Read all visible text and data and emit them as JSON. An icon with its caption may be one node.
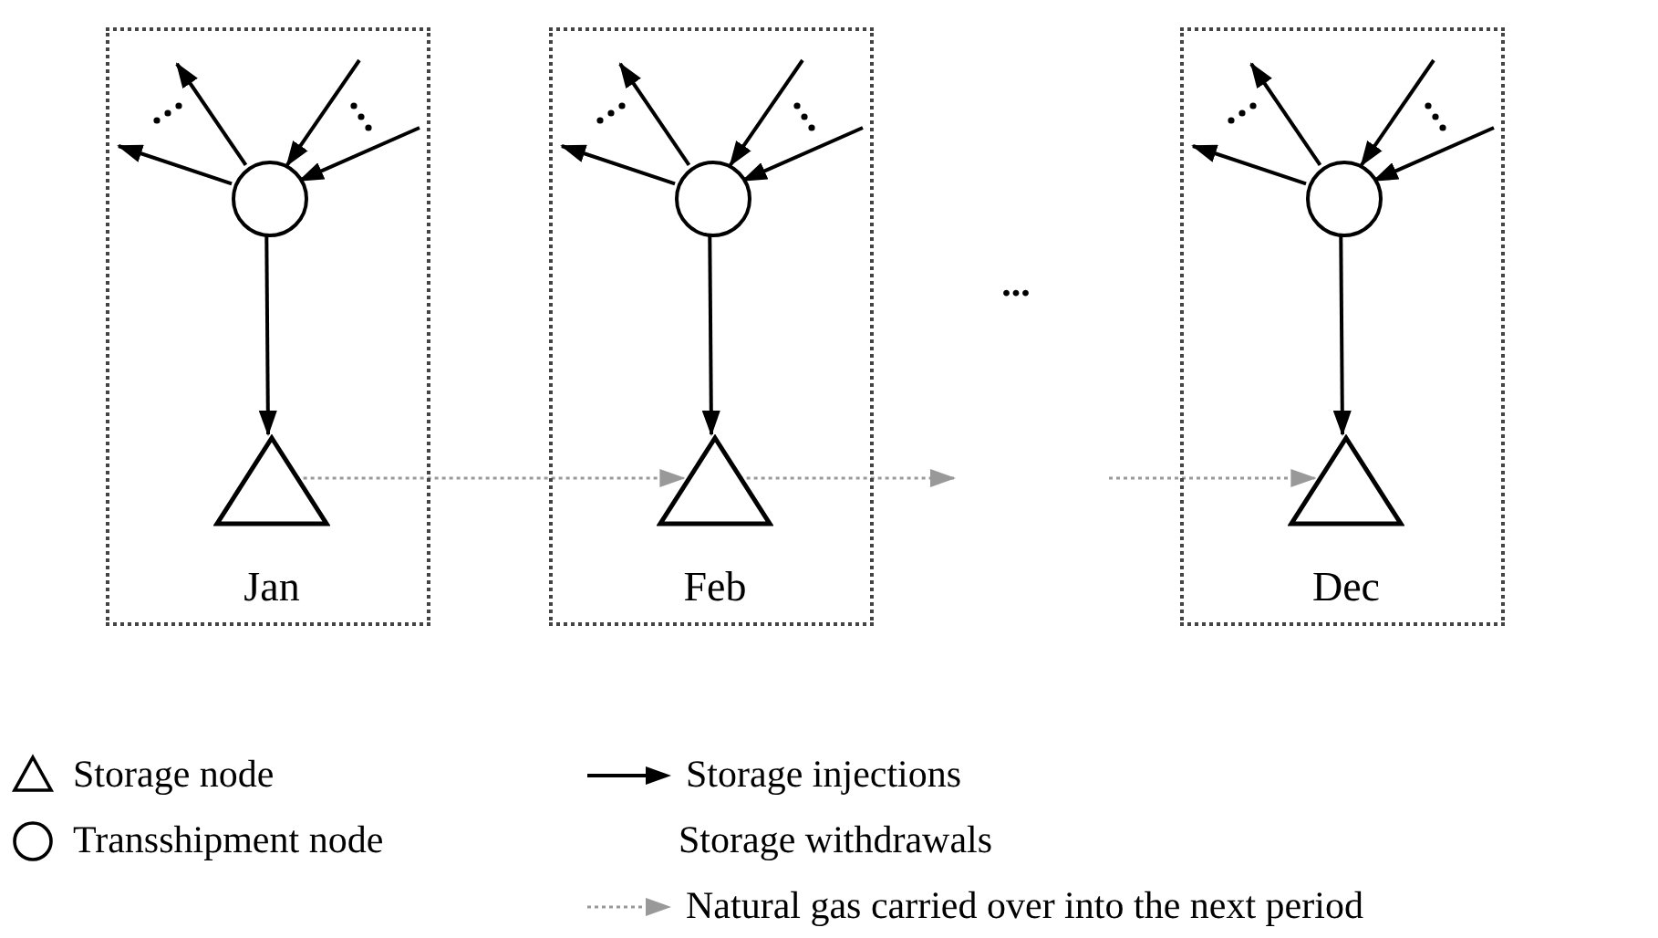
{
  "diagram": {
    "nodes": [
      {
        "text": [
          "Jan"
        ]
      },
      {
        "text": [],
        "shape": "circle",
        "in": 0
      },
      {
        "text": [],
        "shape": "triangle",
        "in": 0
      },
      {
        "text": [
          "Feb"
        ]
      },
      {
        "text": [],
        "shape": "circle",
        "in": 3
      },
      {
        "text": [],
        "shape": "triangle",
        "in": 3
      },
      {
        "text": [
          "Dec"
        ]
      },
      {
        "text": [],
        "shape": "circle",
        "in": 6
      },
      {
        "text": [],
        "shape": "triangle",
        "in": 6
      }
    ],
    "edges": [
      {
        "from": 1,
        "to": null,
        "arrow": "to"
      },
      {
        "from": 1,
        "to": null,
        "arrow": "to"
      },
      {
        "from": null,
        "to": 1,
        "arrow": "to"
      },
      {
        "from": null,
        "to": 1,
        "arrow": "to"
      },
      {
        "from": 1,
        "to": 2,
        "arrow": "to"
      },
      {
        "from": 4,
        "to": null,
        "arrow": "to"
      },
      {
        "from": 4,
        "to": null,
        "arrow": "to"
      },
      {
        "from": null,
        "to": 4,
        "arrow": "to"
      },
      {
        "from": null,
        "to": 4,
        "arrow": "to"
      },
      {
        "from": 4,
        "to": 5,
        "arrow": "to"
      },
      {
        "from": 7,
        "to": null,
        "arrow": "to"
      },
      {
        "from": 7,
        "to": null,
        "arrow": "to"
      },
      {
        "from": null,
        "to": 7,
        "arrow": "to"
      },
      {
        "from": null,
        "to": 7,
        "arrow": "to"
      },
      {
        "from": 7,
        "to": 8,
        "arrow": "to"
      },
      {
        "from": 2,
        "to": 5,
        "arrow": "to",
        "style": "dashed",
        "color": "#999999"
      },
      {
        "from": 5,
        "to": null,
        "arrow": "to",
        "style": "dashed",
        "color": "#999999"
      },
      {
        "from": null,
        "to": 8,
        "arrow": "to",
        "style": "dashed",
        "color": "#999999"
      }
    ],
    "labels": [
      "..."
    ],
    "legend": [
      {
        "text": "Storage node"
      },
      {
        "text": "Transshipment node"
      },
      {
        "text": "Storage injections"
      },
      {
        "text": "Storage withdrawals"
      },
      {
        "text": "Natural gas carried over into the next period"
      }
    ]
  }
}
